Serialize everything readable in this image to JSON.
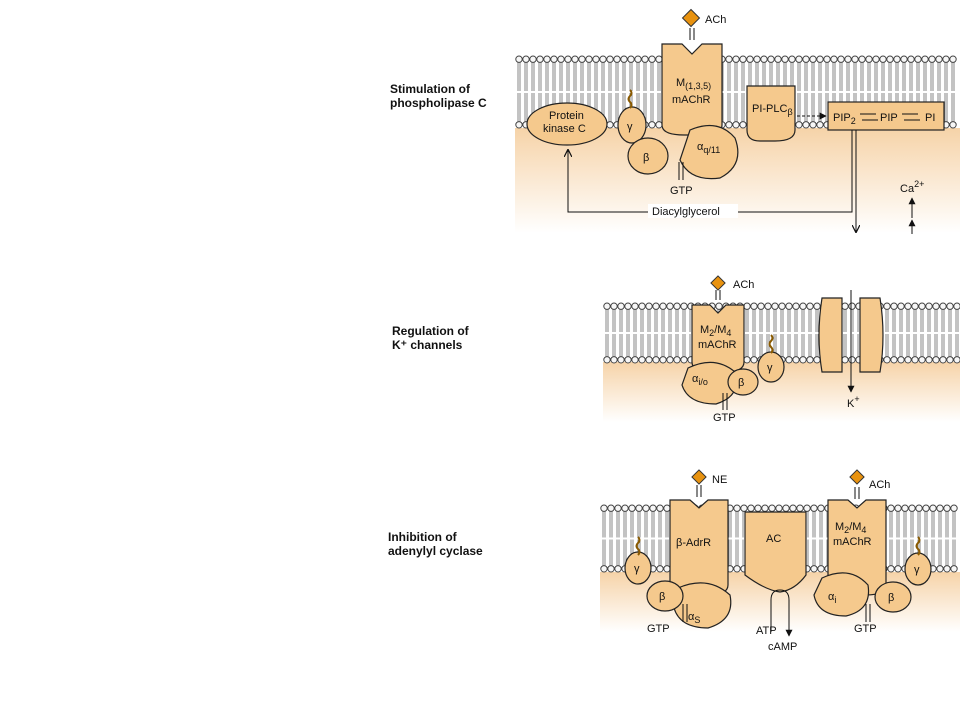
{
  "panels": {
    "plc": {
      "title_line1": "Stimulation of",
      "title_line2": "phospholipase C",
      "ligand": "ACh",
      "receptor_line1": "M",
      "receptor_sub": "(1,3,5)",
      "receptor_line2": "mAChR",
      "gamma": "γ",
      "beta": "β",
      "alpha": "α",
      "alpha_sub": "q/11",
      "gtp": "GTP",
      "effector": "PI-PLC",
      "effector_sub": "β",
      "pkc_line1": "Protein",
      "pkc_line2": "kinase C",
      "pip2": "PIP",
      "pip2_sub": "2",
      "pip": "PIP",
      "pi": "PI",
      "dag": "Diacylglycerol",
      "calcium": "Ca",
      "calcium_sup": "2+"
    },
    "k": {
      "title_line1": "Regulation of",
      "title_line2": "K⁺ channels",
      "ligand": "ACh",
      "receptor_line1": "M",
      "receptor_sub1": "2",
      "receptor_mid": "/M",
      "receptor_sub2": "4",
      "receptor_line2": "mAChR",
      "alpha": "α",
      "alpha_sub": "i/o",
      "beta": "β",
      "gamma": "γ",
      "gtp": "GTP",
      "ion": "K",
      "ion_sup": "+"
    },
    "ac": {
      "title_line1": "Inhibition of",
      "title_line2": "adenylyl cyclase",
      "ligand_left": "NE",
      "ligand_right": "ACh",
      "receptor_left": "β-AdrR",
      "enzyme": "AC",
      "receptor_right_line1": "M",
      "receptor_right_sub1": "2",
      "receptor_right_mid": "/M",
      "receptor_right_sub2": "4",
      "receptor_right_line2": "mAChR",
      "gamma": "γ",
      "beta": "β",
      "alpha_s": "α",
      "alpha_s_sub": "S",
      "alpha_i": "α",
      "alpha_i_sub": "i",
      "gtp": "GTP",
      "atp": "ATP",
      "camp": "cAMP"
    }
  },
  "colors": {
    "protein": "#f5c98d",
    "ligand": "#e8920f",
    "cytoplasm": "#fbe5cc"
  }
}
